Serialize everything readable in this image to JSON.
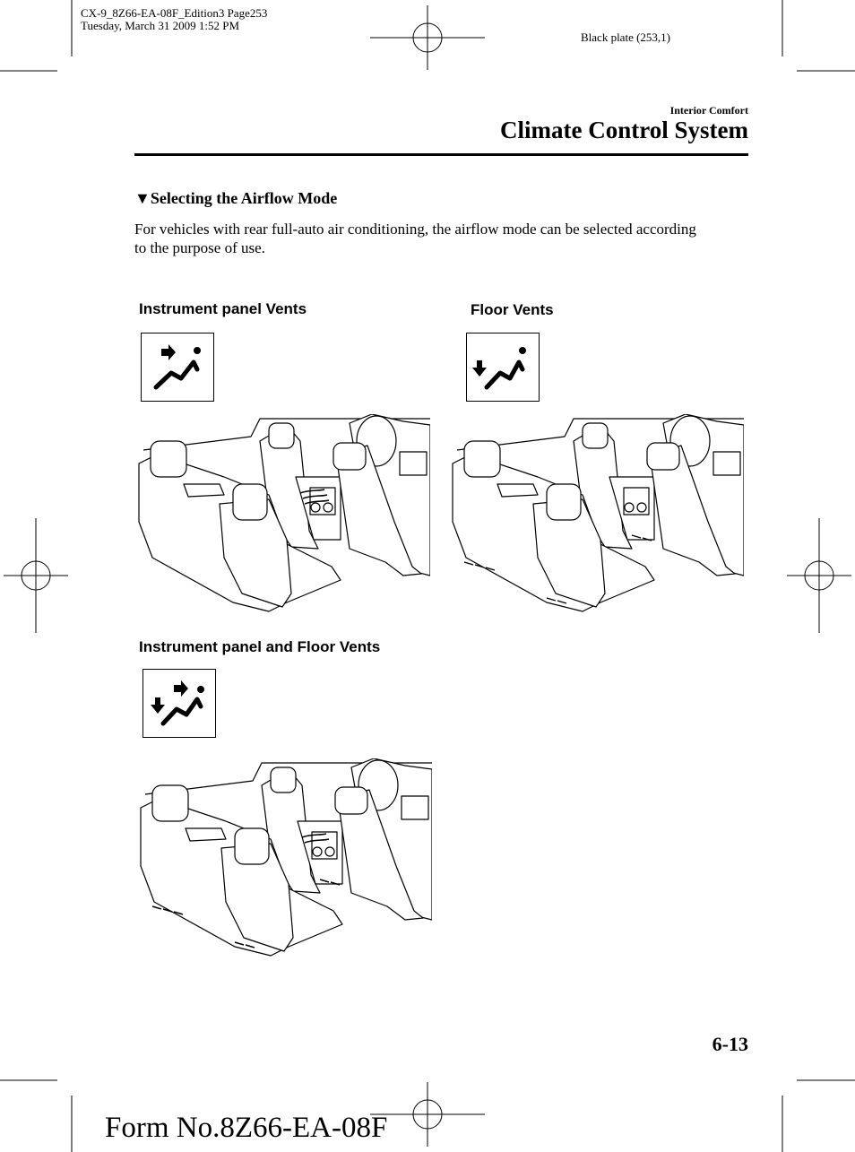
{
  "print_slug": {
    "line1": "CX-9_8Z66-EA-08F_Edition3 Page253",
    "line2": "Tuesday, March 31 2009 1:52 PM",
    "plate": "Black plate (253,1)"
  },
  "header": {
    "section": "Interior Comfort",
    "title": "Climate Control System"
  },
  "subsection": {
    "heading": "▼Selecting the Airflow Mode",
    "body": "For vehicles with rear full-auto air conditioning, the airflow mode can be selected according to the purpose of use."
  },
  "modes": [
    {
      "caption": "Instrument panel Vents",
      "icon": "instrument-panel-vent-mode-icon"
    },
    {
      "caption": "Floor Vents",
      "icon": "floor-vent-mode-icon"
    },
    {
      "caption": "Instrument panel and Floor Vents",
      "icon": "bi-level-vent-mode-icon"
    }
  ],
  "footer": {
    "page_number": "6-13",
    "form_number": "Form No.8Z66-EA-08F"
  }
}
